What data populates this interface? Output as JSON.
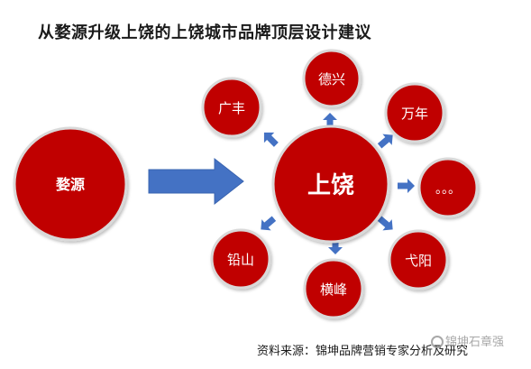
{
  "title": "从婺源升级上饶的上饶城市品牌顶层设计建议",
  "source": "资料来源：锦坤品牌营销专家分析及研究",
  "watermark": "锦坤石章强",
  "colors": {
    "node_fill": "#c00000",
    "node_stroke": "#d9d9d9",
    "arrow_fill": "#4472c4",
    "node_text": "#ffffff"
  },
  "nodes": {
    "source": "婺源",
    "center": "上饶",
    "surrounding": [
      "德兴",
      "万年",
      "。。。",
      "弋阳",
      "横峰",
      "铅山",
      "广丰"
    ]
  }
}
